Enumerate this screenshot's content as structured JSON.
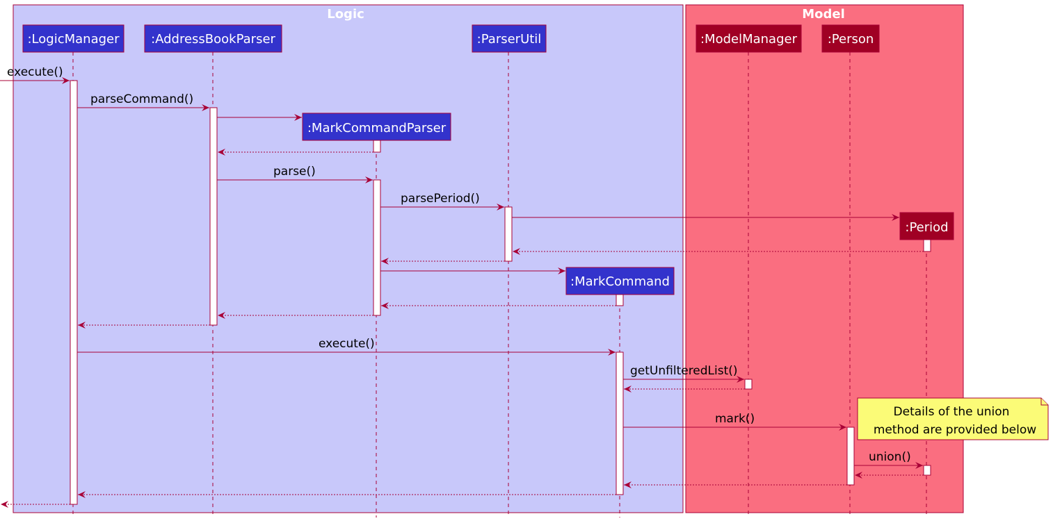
{
  "colors": {
    "logic_box": "#C8C8FA",
    "model_box": "#FA6E80",
    "box_border": "#A80036",
    "logic_participant": "#3333CC",
    "model_participant": "#A00024",
    "arrow": "#A80036",
    "note_fill": "#FBFB77",
    "note_border": "#A80036"
  },
  "boxes": {
    "logic": {
      "title": "Logic"
    },
    "model": {
      "title": "Model"
    }
  },
  "participants": {
    "logic_manager": ":LogicManager",
    "address_book_parser": ":AddressBookParser",
    "parser_util": ":ParserUtil",
    "model_manager": ":ModelManager",
    "person": ":Person",
    "mark_command_parser": ":MarkCommandParser",
    "period": ":Period",
    "mark_command": ":MarkCommand"
  },
  "messages": {
    "execute_1": "execute()",
    "parse_command": "parseCommand()",
    "parse": "parse()",
    "parse_period": "parsePeriod()",
    "execute_2": "execute()",
    "get_unfiltered_list": "getUnfilteredList()",
    "mark": "mark()",
    "union": "union()"
  },
  "note": {
    "line1": "Details of the union",
    "line2": "method are provided below"
  }
}
